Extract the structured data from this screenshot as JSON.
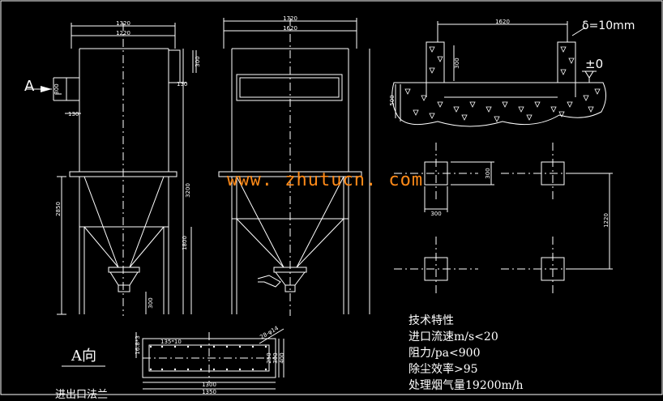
{
  "colors": {
    "background": "#000000",
    "lines": "#ffffff",
    "watermark": "#ff8a18"
  },
  "drawing": {
    "view_marker": "A",
    "front_view_dims": [
      "1320",
      "1220",
      "300",
      "300",
      "130",
      "130",
      "2850",
      "3200",
      "1800",
      "300"
    ],
    "side_view_dims": [
      "1720",
      "1620"
    ],
    "foundation_dims": [
      "1620",
      "300",
      "500",
      "300",
      "300",
      "1220"
    ],
    "thickness_label": "δ=10mm",
    "elevation_label": "±0",
    "detail_dims": [
      "135*10",
      "28-φ14",
      "16.8*3",
      "250",
      "300",
      "400",
      "1300",
      "1350"
    ],
    "view_title": "A向",
    "flange_title": "进出口法兰"
  },
  "watermark": "www. zhutucn. com",
  "specs": {
    "title": "技术特性",
    "lines": [
      "进口流速m/s<20",
      "阻力/pa<900",
      "除尘效率>95",
      "处理烟气量19200m/h"
    ]
  }
}
